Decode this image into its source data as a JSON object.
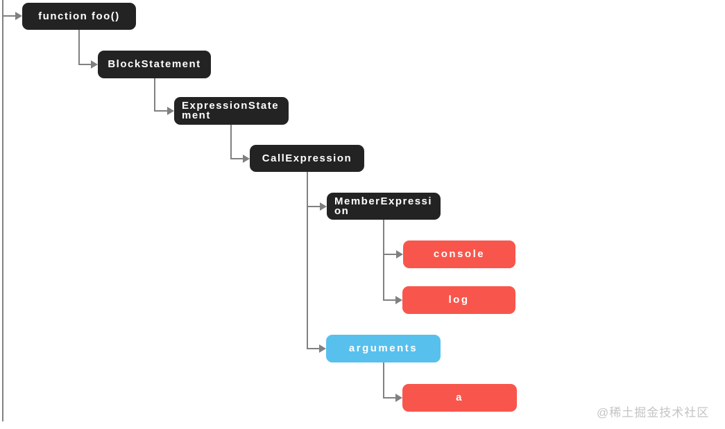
{
  "diagram": {
    "type": "ast-tree",
    "nodes": [
      {
        "id": "function-foo",
        "label": "function foo()",
        "color": "dark"
      },
      {
        "id": "block-statement",
        "label": "BlockStatement",
        "color": "dark"
      },
      {
        "id": "expression-statement",
        "label": "ExpressionStatement",
        "color": "dark"
      },
      {
        "id": "call-expression",
        "label": "CallExpression",
        "color": "dark"
      },
      {
        "id": "member-expression",
        "label": "MemberExpression",
        "color": "dark"
      },
      {
        "id": "console",
        "label": "console",
        "color": "red"
      },
      {
        "id": "log",
        "label": "log",
        "color": "red"
      },
      {
        "id": "arguments",
        "label": "arguments",
        "color": "blue"
      },
      {
        "id": "a",
        "label": "a",
        "color": "red"
      }
    ],
    "edges": [
      {
        "from": "function-foo",
        "to": "block-statement"
      },
      {
        "from": "block-statement",
        "to": "expression-statement"
      },
      {
        "from": "expression-statement",
        "to": "call-expression"
      },
      {
        "from": "call-expression",
        "to": "member-expression"
      },
      {
        "from": "call-expression",
        "to": "arguments"
      },
      {
        "from": "member-expression",
        "to": "console"
      },
      {
        "from": "member-expression",
        "to": "log"
      },
      {
        "from": "arguments",
        "to": "a"
      }
    ],
    "colors": {
      "node_dark": "#232323",
      "node_red": "#f8564c",
      "node_blue": "#58c0ed",
      "connector": "#808080",
      "watermark_text": "#c4c4c4"
    },
    "watermark": "@稀土掘金技术社区"
  }
}
